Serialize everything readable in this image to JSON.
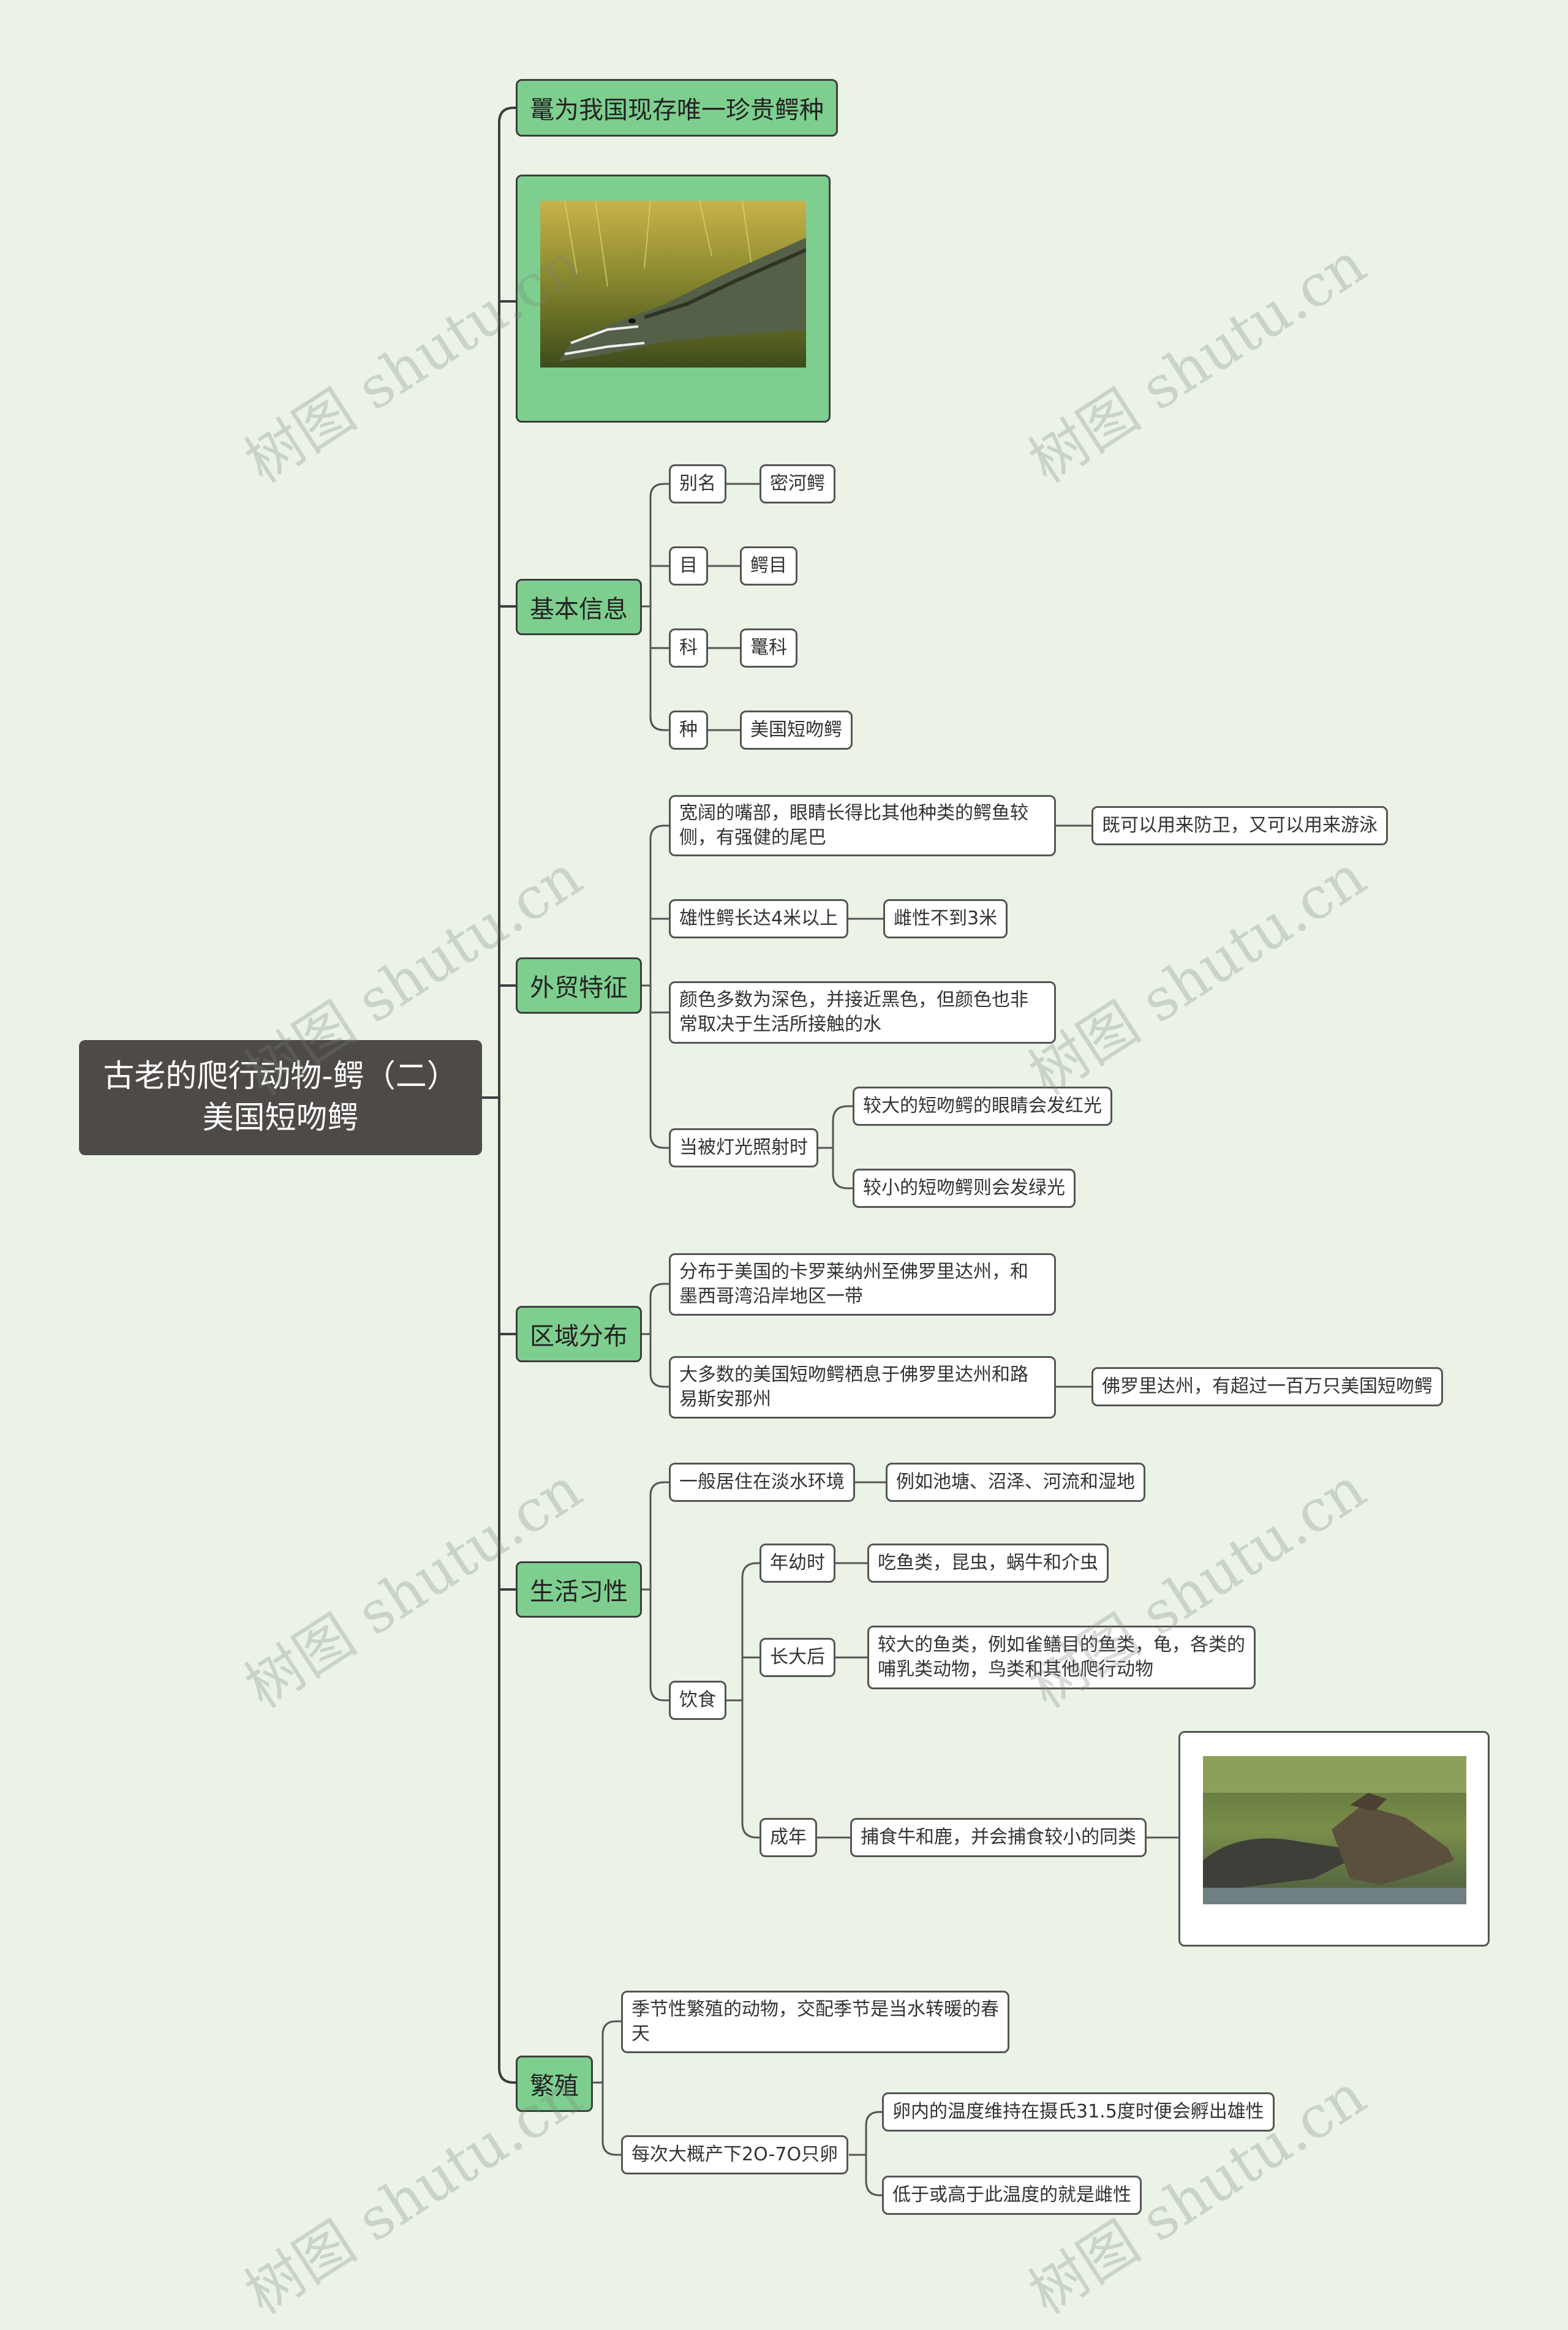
{
  "root": {
    "line1": "古老的爬行动物-鳄（二）",
    "line2": "美国短吻鳄"
  },
  "branches": {
    "b0": "鼍为我国现存唯一珍贵鳄种",
    "basic": "基本信息",
    "features": "外贸特征",
    "region": "区域分布",
    "habits": "生活习性",
    "breed": "繁殖"
  },
  "basic": {
    "k1": "别名",
    "v1": "密河鳄",
    "k2": "目",
    "v2": "鳄目",
    "k3": "科",
    "v3": "鼍科",
    "k4": "种",
    "v4": "美国短吻鳄"
  },
  "features": {
    "f1": "宽阔的嘴部，眼睛长得比其他种类的鳄鱼较侧，有强健的尾巴",
    "f1c": "既可以用来防卫，又可以用来游泳",
    "f2": "雄性鳄长达4米以上",
    "f2c": "雌性不到3米",
    "f3": "颜色多数为深色，并接近黑色，但颜色也非常取决于生活所接触的水",
    "f4": "当被灯光照射时",
    "f4a": "较大的短吻鳄的眼睛会发红光",
    "f4b": "较小的短吻鳄则会发绿光"
  },
  "region": {
    "r1": "分布于美国的卡罗莱纳州至佛罗里达州，和墨西哥湾沿岸地区一带",
    "r2": "大多数的美国短吻鳄栖息于佛罗里达州和路易斯安那州",
    "r2c": "佛罗里达州，有超过一百万只美国短吻鳄"
  },
  "habits": {
    "h1": "一般居住在淡水环境",
    "h1c": "例如池塘、沼泽、河流和湿地",
    "diet": "饮食",
    "young": "年幼时",
    "young_c": "吃鱼类，昆虫，蜗牛和介虫",
    "grown": "长大后",
    "grown_c": "较大的鱼类，例如雀鳝目的鱼类，龟，各类的哺乳类动物，鸟类和其他爬行动物",
    "adult": "成年",
    "adult_c": "捕食牛和鹿，并会捕食较小的同类"
  },
  "breed": {
    "b1": "季节性繁殖的动物，交配季节是当水转暖的春天",
    "b2": "每次大概产下2O-7O只卵",
    "b2a": "卵内的温度维持在摄氏31.5度时便会孵出雄性",
    "b2b": "低于或高于此温度的就是雌性"
  },
  "watermark": "树图 shutu.cn",
  "colors": {
    "background": "#eaf3e6",
    "root": "#4e4a48",
    "branch": "#7ecf8f",
    "line": "#3e3e3e"
  }
}
